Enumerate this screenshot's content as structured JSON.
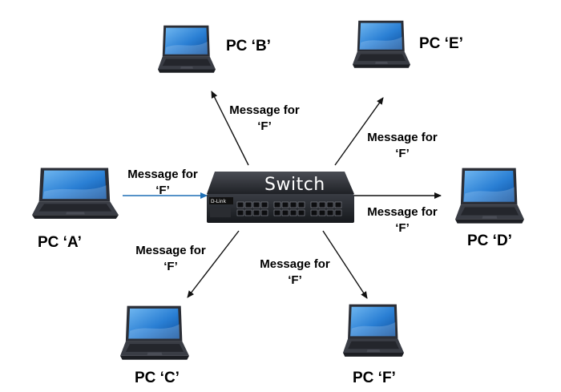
{
  "switch": {
    "label": "Switch",
    "brand": "D-Link"
  },
  "pcs": {
    "a": "PC  ‘A’",
    "b": "PC  ‘B’",
    "c": "PC  ‘C’",
    "d": "PC  ‘D’",
    "e": "PC  ‘E’",
    "f": "PC  ‘F’"
  },
  "messages": {
    "from_a": {
      "line1": "Message for",
      "line2": "‘F’"
    },
    "to_b": {
      "line1": "Message for",
      "line2": "‘F’"
    },
    "to_e": {
      "line1": "Message for",
      "line2": "‘F’"
    },
    "to_d": {
      "line1": "Message for",
      "line2": "‘F’"
    },
    "to_c": {
      "line1": "Message for",
      "line2": "‘F’"
    },
    "to_f": {
      "line1": "Message for",
      "line2": "‘F’"
    }
  },
  "colors": {
    "inbound_arrow": "#1f6fb5",
    "outbound_arrow": "#111111",
    "screen": "#2a7fd4",
    "laptop_body": "#2b2e36"
  }
}
